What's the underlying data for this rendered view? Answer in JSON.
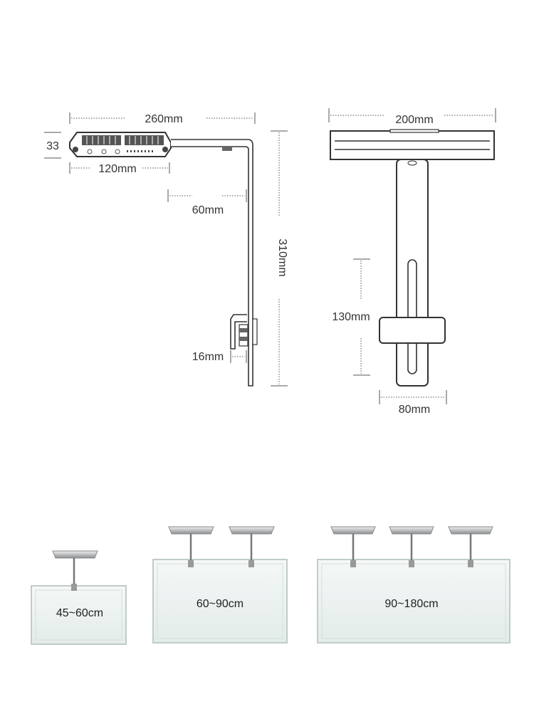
{
  "dimensions": {
    "side_width": "260mm",
    "side_height": "33",
    "side_inner": "120mm",
    "arm_offset": "60mm",
    "arm_length": "310mm",
    "clamp_width": "16mm",
    "front_width": "200mm",
    "front_adjust": "130mm",
    "front_clamp": "80mm"
  },
  "tanks": [
    {
      "label": "45~60cm",
      "lights": 1
    },
    {
      "label": "60~90cm",
      "lights": 2
    },
    {
      "label": "90~180cm",
      "lights": 3
    }
  ],
  "colors": {
    "line": "#333333",
    "glass": "#c9d6d2",
    "panel": "#d9dddf"
  }
}
